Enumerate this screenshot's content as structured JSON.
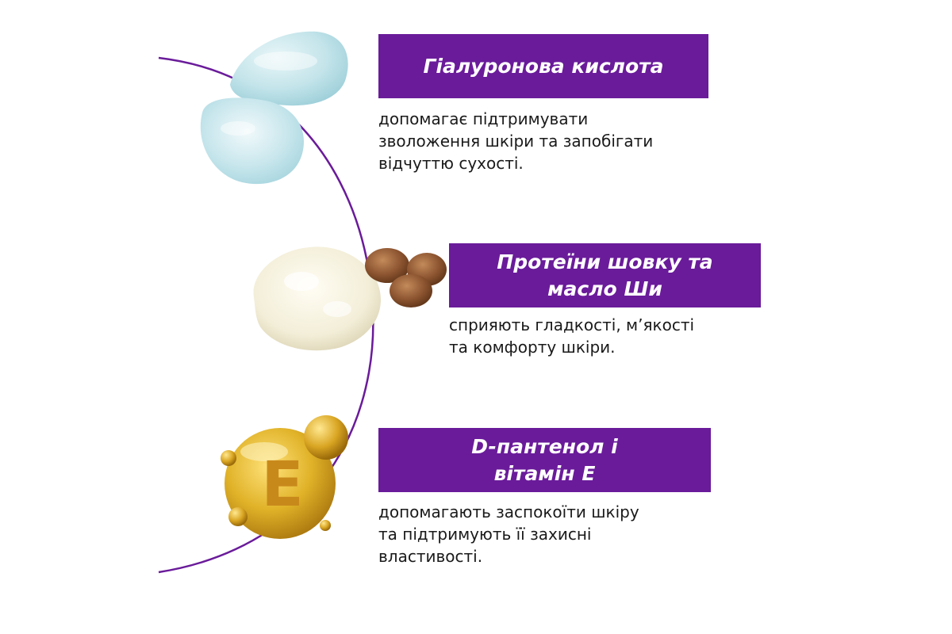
{
  "ingredients": [
    {
      "title_line1": "Гіалуронова кислота",
      "title_line2": "",
      "description": "допомагає підтримувати\nзволоження шкіри та запобігати\nвідчуттю сухості.",
      "image": "hyaluronic-gel-image"
    },
    {
      "title_line1": "Протеїни шовку та",
      "title_line2": "масло Ши",
      "description": "сприяють гладкості, м’якості\nта комфорту шкіри.",
      "image": "shea-butter-nuts-image"
    },
    {
      "title_line1": "D-пантенол і",
      "title_line2": "вітамін Е",
      "description": "допомагають заспокоїти шкіру\nта підтримують її захисні\nвластивості.",
      "image": "vitamin-e-capsule-image",
      "image_letter": "E"
    }
  ],
  "colors": {
    "accent": "#6a1b9a",
    "text": "#1a1a1a",
    "background": "#ffffff"
  }
}
